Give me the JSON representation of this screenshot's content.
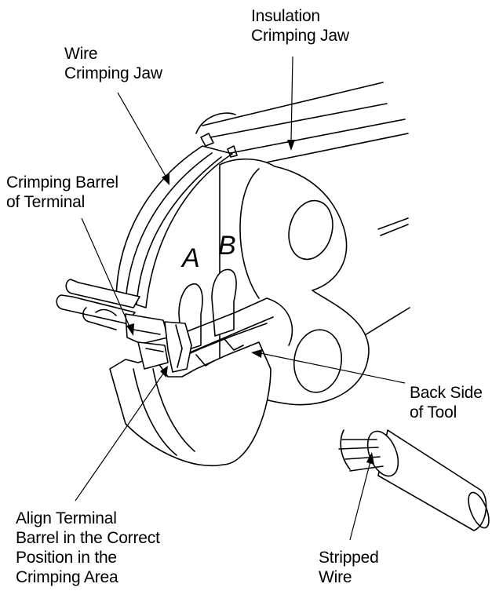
{
  "labels": {
    "insulation_jaw": [
      "Insulation",
      "Crimping Jaw"
    ],
    "wire_jaw": [
      "Wire",
      "Crimping Jaw"
    ],
    "crimping_barrel": [
      "Crimping Barrel",
      "of Terminal"
    ],
    "back_side": [
      "Back Side",
      "of Tool"
    ],
    "align_terminal": [
      "Align Terminal",
      "Barrel in the Correct",
      "Position in the",
      "Crimping Area"
    ],
    "stripped_wire": [
      "Stripped",
      "Wire"
    ],
    "jaw_a": "A",
    "jaw_b": "B"
  }
}
